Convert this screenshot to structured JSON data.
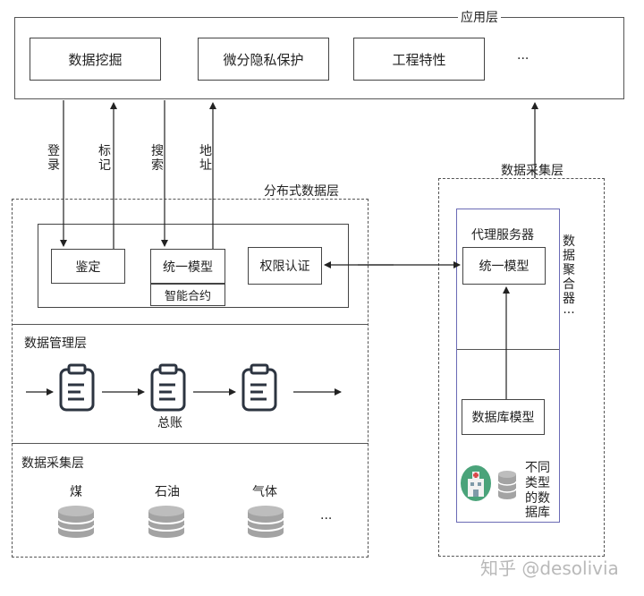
{
  "app_layer": {
    "title": "应用层",
    "modules": [
      "数据挖掘",
      "微分隐私保护",
      "工程特性",
      "···"
    ]
  },
  "arrows": {
    "register": "登录",
    "mark": "标记",
    "search": "搜索",
    "address": "地址"
  },
  "distributed": {
    "title": "分布式数据层",
    "appraisal": "鉴定",
    "unified_model": "统一模型",
    "smart_contract": "智能合约",
    "permission": "权限认证"
  },
  "management": {
    "title": "数据管理层",
    "ledger": "总账"
  },
  "collection_left": {
    "title": "数据采集层",
    "sources": [
      "煤",
      "石油",
      "气体",
      "···"
    ]
  },
  "collection_right": {
    "title": "数据采集层",
    "proxy": "代理服务器",
    "unified_model": "统一模型",
    "aggregator": "数据聚合器···",
    "db_model": "数据库模型",
    "db_types": "不同类型的数据库"
  },
  "watermark": "知乎 @desolivia",
  "colors": {
    "border": "#444444",
    "aggregator_border": "#6b6bb5",
    "db_gray": "#9a9a9a",
    "hospital_green": "#4aa37a"
  }
}
